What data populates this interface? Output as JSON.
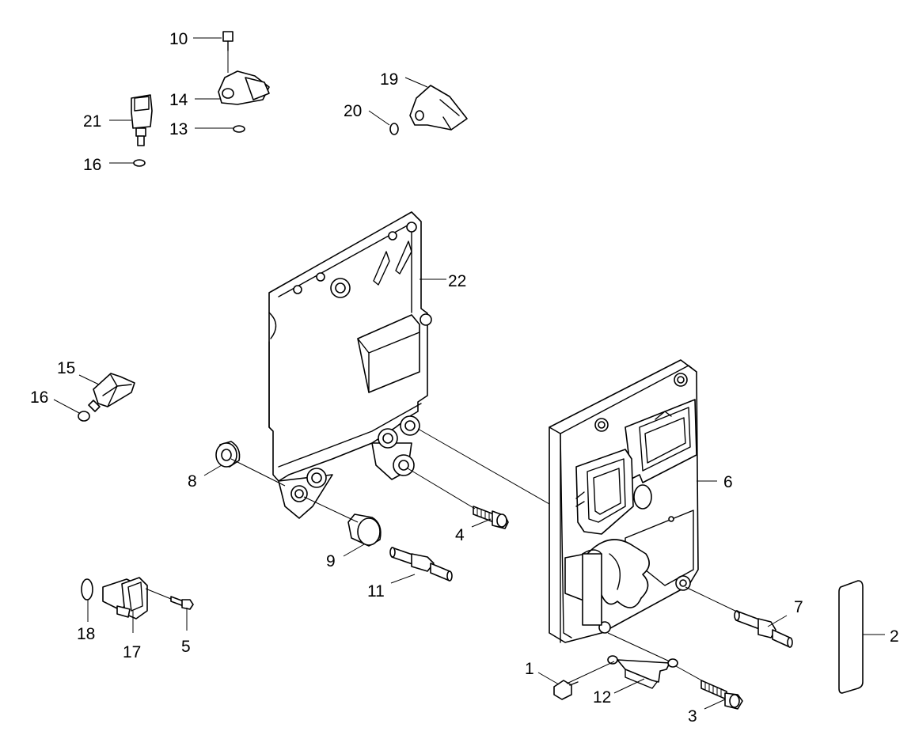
{
  "labels": {
    "p1": "1",
    "p2": "2",
    "p3": "3",
    "p4": "4",
    "p5": "5",
    "p6": "6",
    "p7": "7",
    "p8": "8",
    "p9": "9",
    "p10": "10",
    "p11": "11",
    "p12": "12",
    "p13": "13",
    "p14": "14",
    "p15": "15",
    "p16a": "16",
    "p16b": "16",
    "p17": "17",
    "p18": "18",
    "p19": "19",
    "p20": "20",
    "p21": "21",
    "p22": "22"
  }
}
